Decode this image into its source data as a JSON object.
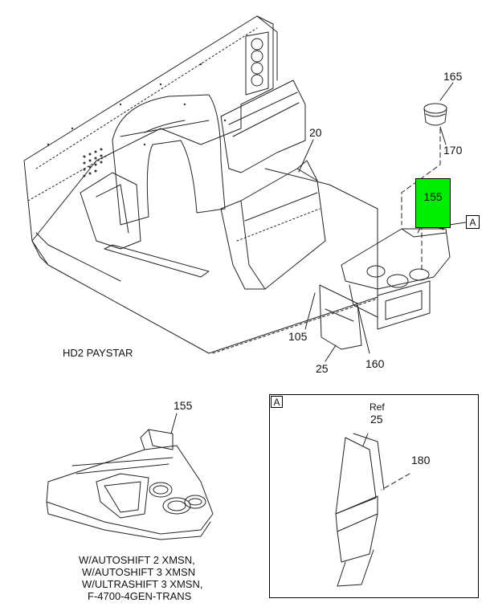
{
  "main_view": {
    "caption": "HD2 PAYSTAR",
    "callouts": {
      "c165": "165",
      "c170": "170",
      "c20": "20",
      "c155": "155",
      "c105": "105",
      "c160": "160",
      "c25": "25"
    },
    "view_marker": "A",
    "highlight_color": "#00ee00"
  },
  "lower_left_view": {
    "callout": "155",
    "notes": [
      "W/AUTOSHIFT 2 XMSN,",
      "W/AUTOSHIFT 3 XMSN",
      "W/ULTRASHIFT 3 XMSN,",
      "F-4700-4GEN-TRANS"
    ]
  },
  "detail_view": {
    "label": "A",
    "ref_text": "Ref",
    "ref_num": "25",
    "callout": "180"
  }
}
